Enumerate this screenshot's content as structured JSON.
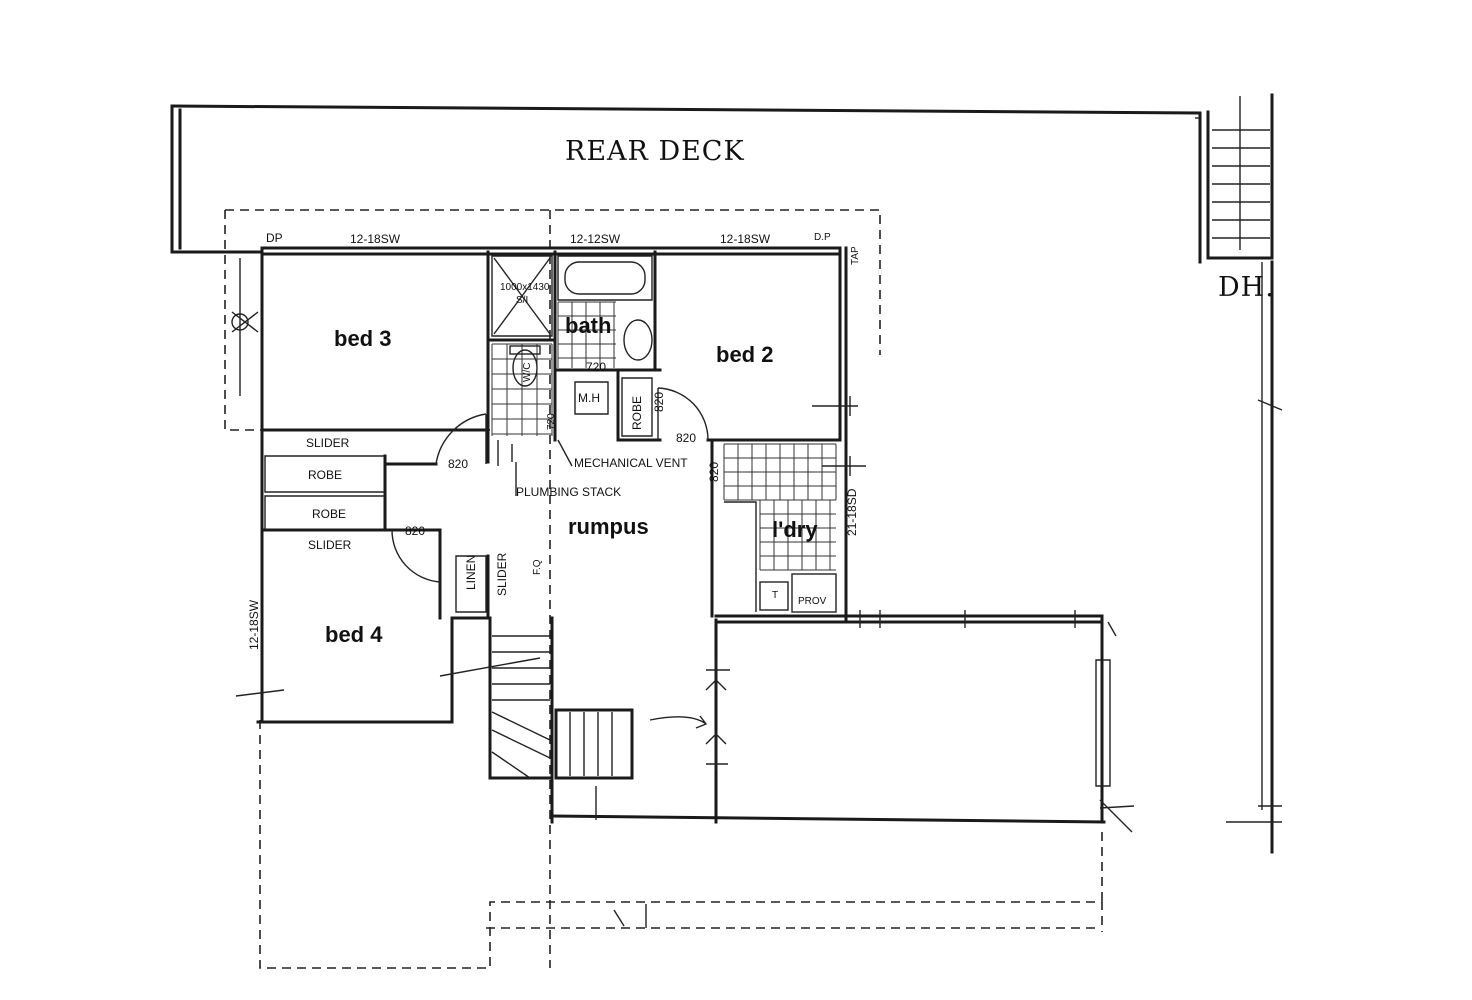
{
  "labels": {
    "rear_deck": "REAR DECK",
    "dh": "DH.",
    "bed3": "bed 3",
    "bed2": "bed 2",
    "bed4": "bed 4",
    "bath": "bath",
    "rumpus": "rumpus",
    "ldry": "l'dry",
    "mh": "M.H",
    "robe_right": "ROBE",
    "robe_upper": "ROBE",
    "robe_lower": "ROBE",
    "slider_top": "SLIDER",
    "slider_bottom": "SLIDER",
    "slider_linen": "SLIDER",
    "linen": "LINEN",
    "mechanical_vent": "MECHANICAL VENT",
    "plumbing_stack": "PLUMBING STACK",
    "shower": "1000x1430",
    "shower_sub": "S/I",
    "wc": "W/C",
    "dp_left": "DP",
    "dp_right": "D.P",
    "tap": "TAP",
    "fq": "F.Q",
    "tub": "T",
    "prov": "PROV"
  },
  "windows": {
    "bed3": "12-18SW",
    "bath": "12-12SW",
    "bed2": "12-18SW",
    "bed4": "12-18SW",
    "ldry": "21-18SD"
  },
  "doors": {
    "bath_720": "720",
    "wc_720": "720",
    "robe_820": "820",
    "bed2_820": "820",
    "bed3_820": "820",
    "ldry_820": "820",
    "bed4_820": "820"
  }
}
